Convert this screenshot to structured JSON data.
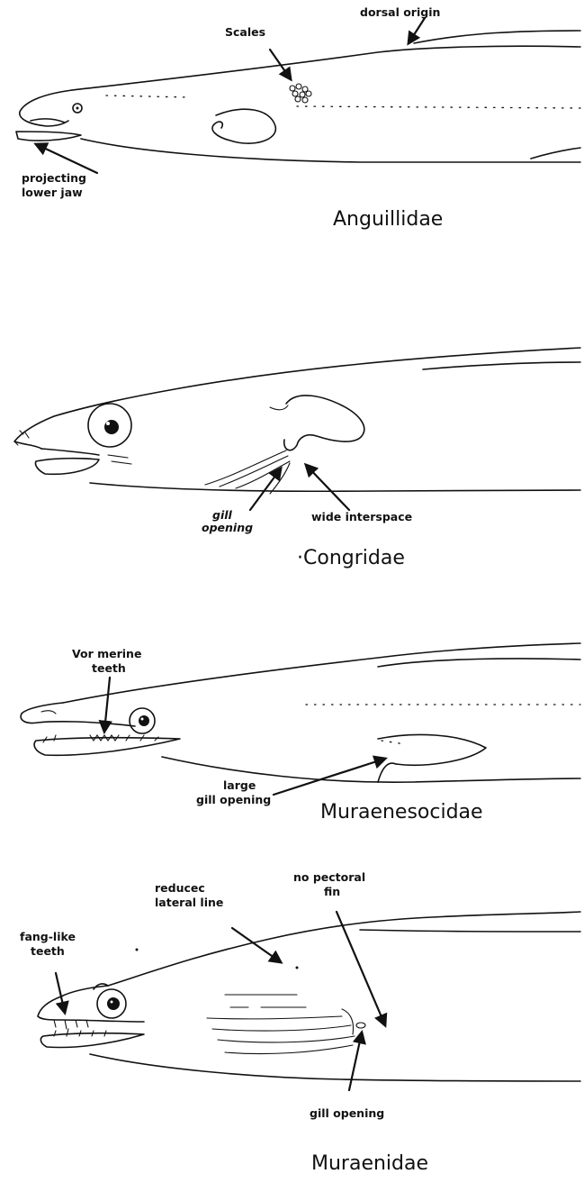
{
  "families": [
    {
      "name": "Anguillidae",
      "labels": {
        "scales": "Scales",
        "dorsal_origin": "dorsal origin",
        "projecting_lower_jaw": [
          "projecting",
          "lower jaw"
        ]
      }
    },
    {
      "name": "Congridae",
      "labels": {
        "gill_opening": [
          "gill",
          "opening"
        ],
        "wide_interspace": "wide interspace"
      }
    },
    {
      "name": "Muraenesocidae",
      "labels": {
        "vomerine_teeth": [
          "Vor merine",
          "teeth"
        ],
        "large_gill_opening": [
          "large",
          "gill opening"
        ]
      }
    },
    {
      "name": "Muraenidae",
      "labels": {
        "reduced_lateral_line": [
          "reducec",
          "lateral line"
        ],
        "no_pectoral_fin": [
          "no pectoral",
          "fin"
        ],
        "fang_like_teeth": [
          "fang-like",
          "teeth"
        ],
        "gill_opening": "gill opening"
      }
    }
  ]
}
